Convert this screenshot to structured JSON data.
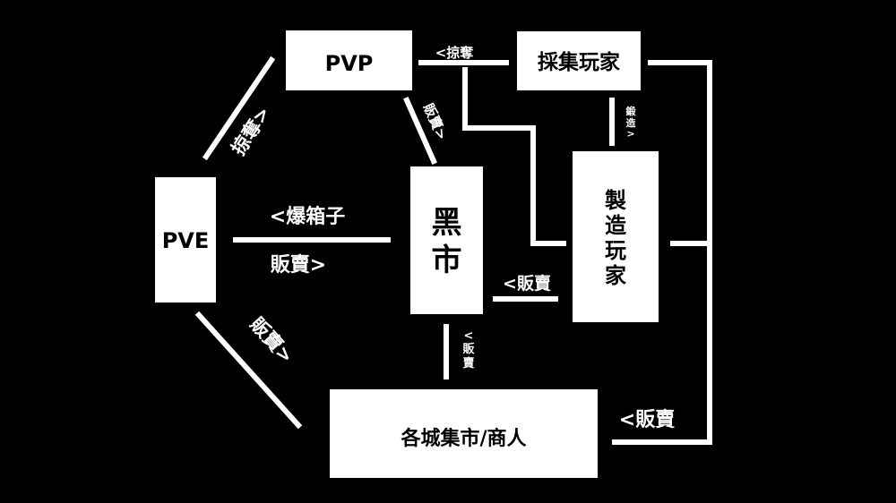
{
  "diagram": {
    "nodes": {
      "pvp": "PVP",
      "gatherer": "採集玩家",
      "pve": "PVE",
      "black_market_top": "黑",
      "black_market_bottom": "市",
      "crafter_1": "製",
      "crafter_2": "造",
      "crafter_3": "玩",
      "crafter_4": "家",
      "city_market": "各城集市/商人"
    },
    "edges": {
      "gatherer_to_pvp": "<掠奪",
      "pve_to_pvp": "掠奪>",
      "pvp_to_black_market": "販賣>",
      "gatherer_to_crafter_1": "鍛",
      "gatherer_to_crafter_2": "造",
      "gatherer_to_crafter_3": ">",
      "black_market_to_pve": "<爆箱子",
      "pve_to_black_market": "販賣>",
      "crafter_to_black_market": "<販賣",
      "city_to_black_market_1": "<",
      "city_to_black_market_2": "販",
      "city_to_black_market_3": "賣",
      "pve_to_city": "販賣>",
      "crafter_to_city": "<販賣"
    }
  }
}
